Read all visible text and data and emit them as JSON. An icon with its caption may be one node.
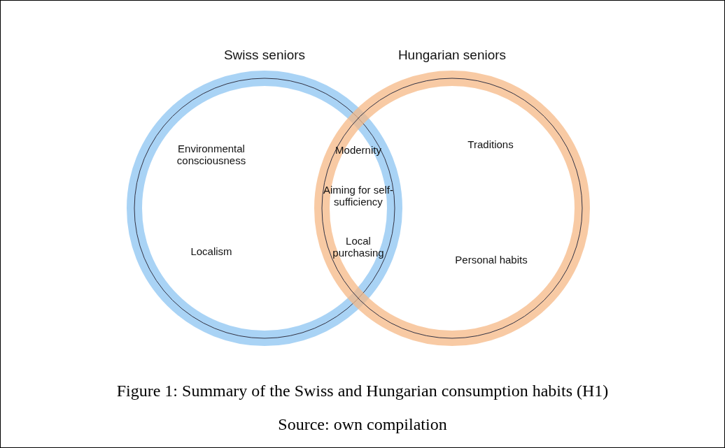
{
  "diagram": {
    "caption": "Figure 1: Summary of the Swiss and Hungarian consumption habits (H1)",
    "nodes": [
      {
        "text": [
          "Swiss seniors"
        ]
      },
      {
        "text": [
          "Hungarian seniors"
        ]
      }
    ],
    "labels": [
      "Environmental consciousness",
      "Modernity",
      "Traditions",
      "Aiming for self-sufficiency",
      "Localism",
      "Local purchasing",
      "Personal habits",
      "Source: own compilation"
    ]
  }
}
